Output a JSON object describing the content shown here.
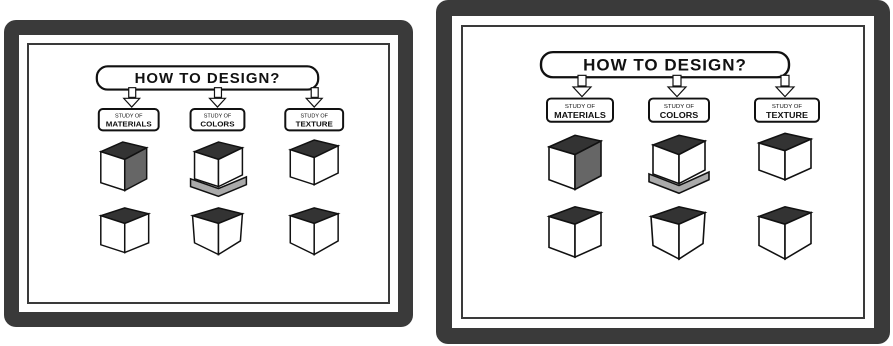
{
  "poster": {
    "title": "HOW TO DESIGN?",
    "columns": [
      {
        "kicker": "STUDY OF",
        "label": "MATERIALS"
      },
      {
        "kicker": "STUDY OF",
        "label": "COLORS"
      },
      {
        "kicker": "STUDY OF",
        "label": "TEXTURE"
      }
    ]
  },
  "colors": {
    "frame": "#3a3a3a",
    "mat": "#ffffff",
    "ink": "#111111"
  },
  "icons": [
    "question-box-icon",
    "down-arrow-icon",
    "cube-building-sketch"
  ]
}
